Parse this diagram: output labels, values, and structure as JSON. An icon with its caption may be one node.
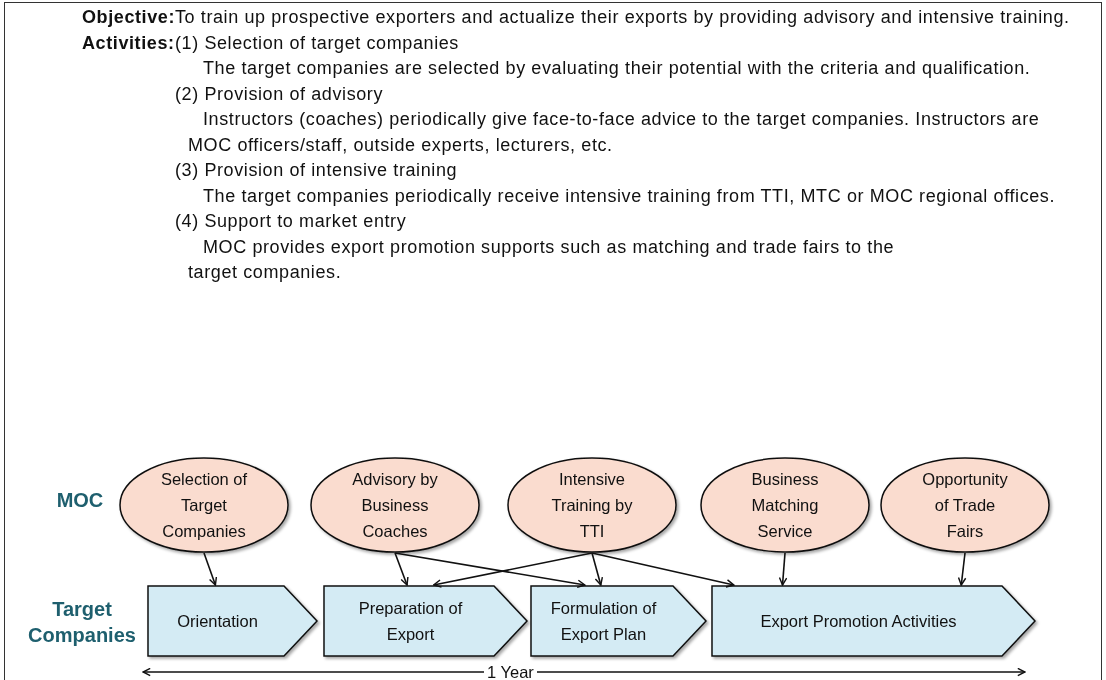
{
  "diagram": {
    "nodes": [
      {
        "text": [
          "Selection of Target Companies"
        ]
      },
      {
        "text": [
          "Advisory by Business Coaches"
        ]
      },
      {
        "text": [
          "Intensive Training by TTI"
        ]
      },
      {
        "text": [
          "Business Matching Service"
        ]
      },
      {
        "text": [
          "Opportunity of Trade Fairs"
        ]
      },
      {
        "text": [
          "Orientation"
        ]
      },
      {
        "text": [
          "Preparation of Export"
        ]
      },
      {
        "text": [
          "Formulation of Export Plan"
        ]
      },
      {
        "text": [
          "Export Promotion Activities"
        ]
      }
    ],
    "edges": [
      {
        "from": 0,
        "to": 5,
        "arrow": "to"
      },
      {
        "from": 1,
        "to": 6,
        "arrow": "to"
      },
      {
        "from": 1,
        "to": 7,
        "arrow": "to"
      },
      {
        "from": 2,
        "to": 6,
        "arrow": "to"
      },
      {
        "from": 2,
        "to": 7,
        "arrow": "to"
      },
      {
        "from": 2,
        "to": 8,
        "arrow": "to"
      },
      {
        "from": 3,
        "to": 8,
        "arrow": "to"
      },
      {
        "from": 4,
        "to": 8,
        "arrow": "to"
      }
    ],
    "labels": [
      "Objective:",
      "To train up prospective exporters and actualize their exports by providing advisory and intensive training.",
      "Activities:",
      "(1) Selection of target companies",
      "The target companies are selected by evaluating their potential with the criteria and qualification.",
      "(2) Provision of advisory",
      "Instructors (coaches) periodically give face-to-face advice to the target companies. Instructors are MOC officers/staff, outside experts, lecturers, etc.",
      "(3) Provision of intensive training",
      "The target companies periodically receive intensive training from TTI, MTC or MOC regional offices.",
      "(4) Support to market entry",
      "MOC provides export promotion supports such as matching and trade fairs to the target companies.",
      "MOC",
      "Target Companies",
      "1 Year"
    ]
  }
}
